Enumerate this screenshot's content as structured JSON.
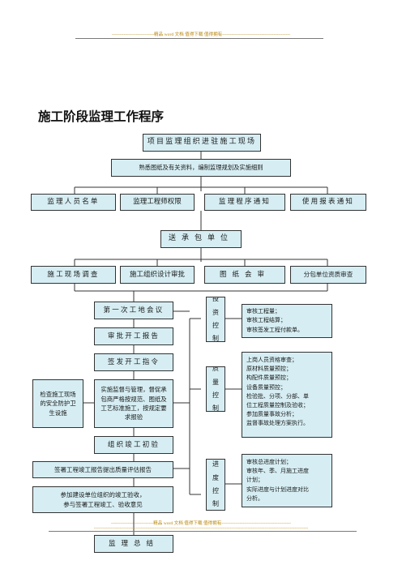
{
  "banner_top": "----------------------------精品 word 文档  值得下载  值得拥有---------------------------------------------",
  "banner_bottom": "----------------------------精品 word 文档  值得下载  值得拥有----------------------------------------------",
  "banner_bottom2": "----------------------------------------------------------------------------------------------------------------------------------------------",
  "title": "施工阶段监理工作程序",
  "flow": {
    "enter_site": "项目监理组织进驻施工现场",
    "familiarize": "熟悉图纸及有关资料，编制监理规划及实施细则",
    "row1": [
      "监理人员名单",
      "监理工程师权限",
      "监理程序通知",
      "使用报表通知"
    ],
    "send": "送承包单位",
    "row2": [
      "施工现场调查",
      "施工组织设计审批",
      "图纸会审",
      "分包单位资质审查"
    ],
    "first_meeting": "第一次工地会议",
    "approve_report": "审批开工报告",
    "issue_order": "签发开工指令",
    "supervision": "实施监督与管理，督促承包商严格按规范、图纸及工艺标准施工，按规定要求报验",
    "safety_check": "检查施工现场的安全防护卫生设施",
    "acceptance": "组织竣工初验",
    "sign_report": "签署工程竣工报告提出质量评估报告",
    "attend": "参加建设单位组织的竣工验收，参与签署工程竣工、验收意见",
    "summary": "监理总结"
  },
  "controls": {
    "investment": {
      "label": "投资控制",
      "items": [
        "审核工程量；",
        "审核工程结算；",
        "审核签发工程付款单。"
      ]
    },
    "quality": {
      "label": "质量控制",
      "items": [
        "上岗人员资格审查；",
        "原材料质量预控；",
        "构配件质量预控；",
        "设备质量预控；",
        "检验批、分项、分部、单",
        "位工程质量控制及验收；",
        "参加质量事故分析；",
        "监督事故处理方案执行。"
      ]
    },
    "progress": {
      "label": "进度控制",
      "items": [
        "审核总进度计划；",
        "审核年、季、月施工进度",
        "计划；",
        "实际进度与计划进度对比",
        "分析。"
      ]
    }
  }
}
